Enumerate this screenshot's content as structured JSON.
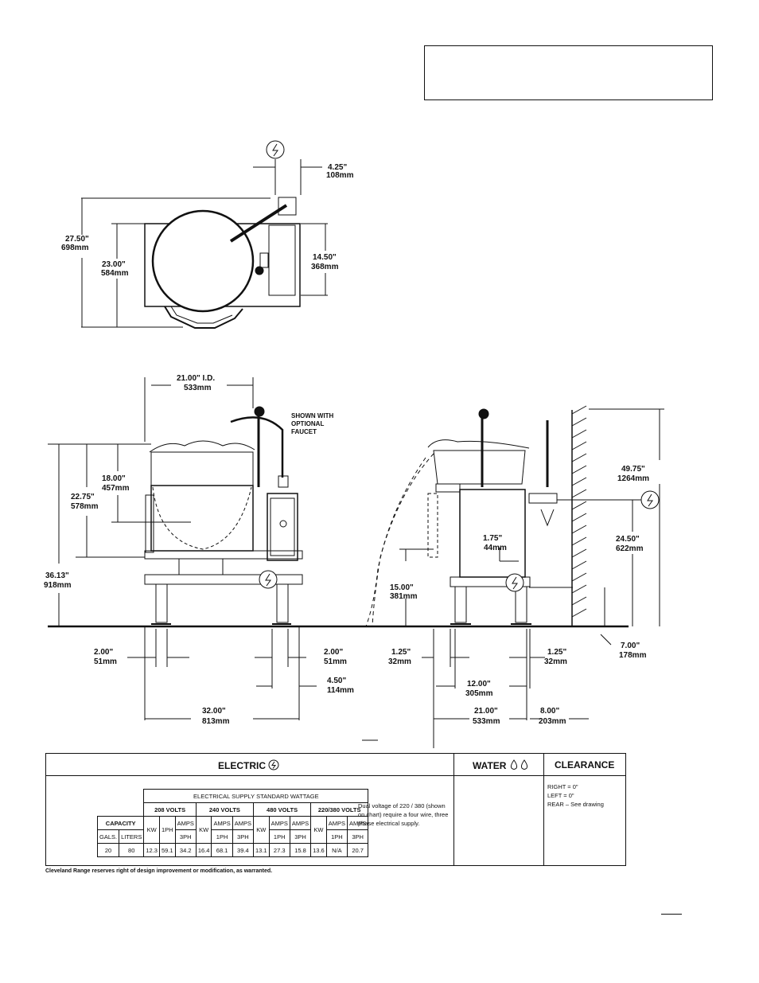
{
  "dimensions": {
    "top_offset": "4.25\"",
    "top_offset_mm": "108mm",
    "depth_overall": "27.50\"",
    "depth_overall_mm": "698mm",
    "depth_body": "23.00\"",
    "depth_body_mm": "584mm",
    "box_depth": "14.50\"",
    "box_depth_mm": "368mm",
    "id": "21.00\" I.D.",
    "id_mm": "533mm",
    "faucet_note": [
      "SHOWN WITH",
      "OPTIONAL",
      "FAUCET"
    ],
    "kettle_depth": "18.00\"",
    "kettle_depth_mm": "457mm",
    "rim_height": "22.75\"",
    "rim_height_mm": "578mm",
    "overall_height": "36.13\"",
    "overall_height_mm": "918mm",
    "lip_height": "15.00\"",
    "lip_height_mm": "381mm",
    "handle_offset": "1.75\"",
    "handle_offset_mm": "44mm",
    "elec_height": "24.50\"",
    "elec_height_mm": "622mm",
    "total_height": "49.75\"",
    "total_height_mm": "1264mm",
    "leg_left": "2.00\"",
    "leg_left_mm": "51mm",
    "leg_right": "2.00\"",
    "leg_right_mm": "51mm",
    "box_width": "4.50\"",
    "box_width_mm": "114mm",
    "overall_width": "32.00\"",
    "overall_width_mm": "813mm",
    "side_leg_left": "1.25\"",
    "side_leg_left_mm": "32mm",
    "side_leg_right": "1.25\"",
    "side_leg_right_mm": "32mm",
    "leg_span": "12.00\"",
    "leg_span_mm": "305mm",
    "side_depth": "21.00\"",
    "side_depth_mm": "533mm",
    "wall_gap": "8.00\"",
    "wall_gap_mm": "203mm",
    "floor_height": "7.00\"",
    "floor_height_mm": "178mm"
  },
  "spec": {
    "electric_label": "ELECTRIC",
    "water_label": "WATER",
    "clearance_label": "CLEARANCE",
    "table_title": "ELECTRICAL SUPPLY STANDARD WATTAGE",
    "volt_groups": [
      "208 VOLTS",
      "240 VOLTS",
      "480 VOLTS",
      "220/380 VOLTS"
    ],
    "capacity_label": "CAPACITY",
    "gals_label": "GALS.",
    "liters_label": "LITERS",
    "col_kw": "KW",
    "col_1ph": "1PH",
    "col_amps": "AMPS",
    "col_3ph": "3PH",
    "row": {
      "gals": "20",
      "liters": "80",
      "v208": [
        "12.3",
        "59.1",
        "34.2"
      ],
      "v240": [
        "16.4",
        "68.1",
        "39.4"
      ],
      "v480": [
        "13.1",
        "27.3",
        "15.8"
      ],
      "v220": [
        "13.6",
        "N/A",
        "20.7"
      ]
    },
    "dual_note": "Dual voltage of 220 / 380 (shown on chart) require a four wire, three phase electrical supply.",
    "clearance": [
      "RIGHT = 0\"",
      "LEFT =  0\"",
      "REAR –  See drawing"
    ]
  },
  "footer": "Cleveland Range reserves right of design improvement or modification, as warranted."
}
